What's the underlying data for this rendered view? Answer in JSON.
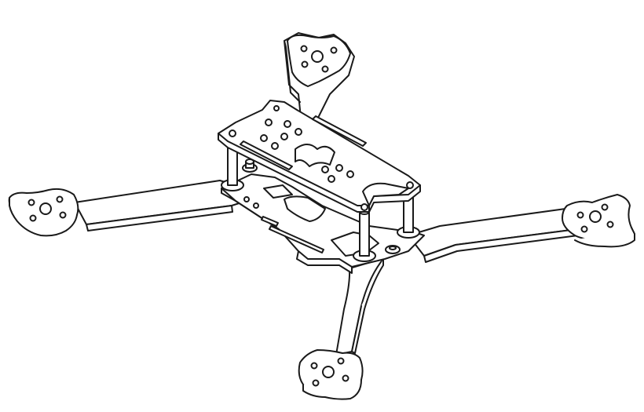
{
  "figure": {
    "subject": "drone-frame",
    "background": "#ffffff",
    "stroke_color": "#1a1a1a",
    "fill_color": "#ffffff",
    "arm_count": 4,
    "standoff_count": 4
  }
}
